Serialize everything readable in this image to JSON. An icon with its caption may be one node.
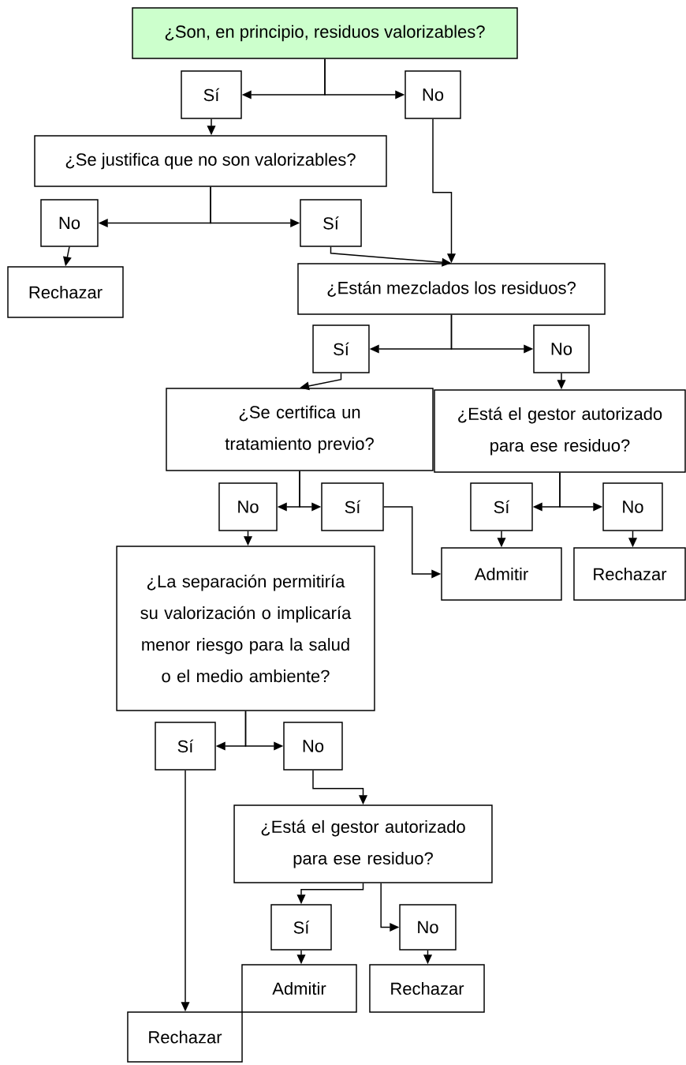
{
  "diagram": {
    "nodes": [
      {
        "text": [
          "¿Son, en principio, residuos valorizables?"
        ]
      },
      {
        "text": [
          "Sí"
        ]
      },
      {
        "text": [
          "No"
        ]
      },
      {
        "text": [
          "¿Se justifica que no son valorizables?"
        ]
      },
      {
        "text": [
          "No"
        ]
      },
      {
        "text": [
          "Sí"
        ]
      },
      {
        "text": [
          "Rechazar"
        ]
      },
      {
        "text": [
          "¿Están mezclados los residuos?"
        ]
      },
      {
        "text": [
          "Sí"
        ]
      },
      {
        "text": [
          "No"
        ]
      },
      {
        "text": [
          "¿Se certifica un tratamiento previo?"
        ]
      },
      {
        "text": [
          "¿Está el gestor autorizado para ese residuo?"
        ]
      },
      {
        "text": [
          "No"
        ]
      },
      {
        "text": [
          "Sí"
        ]
      },
      {
        "text": [
          "Sí"
        ]
      },
      {
        "text": [
          "No"
        ]
      },
      {
        "text": [
          "Admitir"
        ]
      },
      {
        "text": [
          "Rechazar"
        ]
      },
      {
        "text": [
          "¿La separación permitiría su valorización o implicaría menor riesgo para la salud o el medio ambiente?"
        ]
      },
      {
        "text": [
          "Sí"
        ]
      },
      {
        "text": [
          "No"
        ]
      },
      {
        "text": [
          "¿Está el gestor autorizado para ese residuo?"
        ]
      },
      {
        "text": [
          "Sí"
        ]
      },
      {
        "text": [
          "No"
        ]
      },
      {
        "text": [
          "Admitir"
        ]
      },
      {
        "text": [
          "Rechazar"
        ]
      },
      {
        "text": [
          "Rechazar"
        ]
      }
    ],
    "edges": [
      {
        "from": 0,
        "to": 1,
        "arrow": "to"
      },
      {
        "from": 0,
        "to": 2,
        "arrow": "to"
      },
      {
        "from": 1,
        "to": 3,
        "arrow": "to"
      },
      {
        "from": 3,
        "to": 4,
        "arrow": "to"
      },
      {
        "from": 3,
        "to": 5,
        "arrow": "to"
      },
      {
        "from": 4,
        "to": 6,
        "arrow": "to"
      },
      {
        "from": 2,
        "to": 7,
        "arrow": "to"
      },
      {
        "from": 5,
        "to": 7,
        "arrow": "to"
      },
      {
        "from": 7,
        "to": 8,
        "arrow": "to"
      },
      {
        "from": 7,
        "to": 9,
        "arrow": "to"
      },
      {
        "from": 8,
        "to": 10,
        "arrow": "to"
      },
      {
        "from": 9,
        "to": 11,
        "arrow": "to"
      },
      {
        "from": 10,
        "to": 12,
        "arrow": "to"
      },
      {
        "from": 10,
        "to": 13,
        "arrow": "to"
      },
      {
        "from": 13,
        "to": 16,
        "arrow": "to"
      },
      {
        "from": 11,
        "to": 14,
        "arrow": "to"
      },
      {
        "from": 11,
        "to": 15,
        "arrow": "to"
      },
      {
        "from": 14,
        "to": 16,
        "arrow": "to"
      },
      {
        "from": 15,
        "to": 17,
        "arrow": "to"
      },
      {
        "from": 12,
        "to": 18,
        "arrow": "to"
      },
      {
        "from": 18,
        "to": 19,
        "arrow": "to"
      },
      {
        "from": 18,
        "to": 20,
        "arrow": "to"
      },
      {
        "from": 20,
        "to": 21,
        "arrow": "to"
      },
      {
        "from": 21,
        "to": 22,
        "arrow": "to"
      },
      {
        "from": 21,
        "to": 23,
        "arrow": "to"
      },
      {
        "from": 22,
        "to": 24,
        "arrow": "to"
      },
      {
        "from": 23,
        "to": 25,
        "arrow": "to"
      },
      {
        "from": 19,
        "to": 26,
        "arrow": "to"
      }
    ]
  }
}
